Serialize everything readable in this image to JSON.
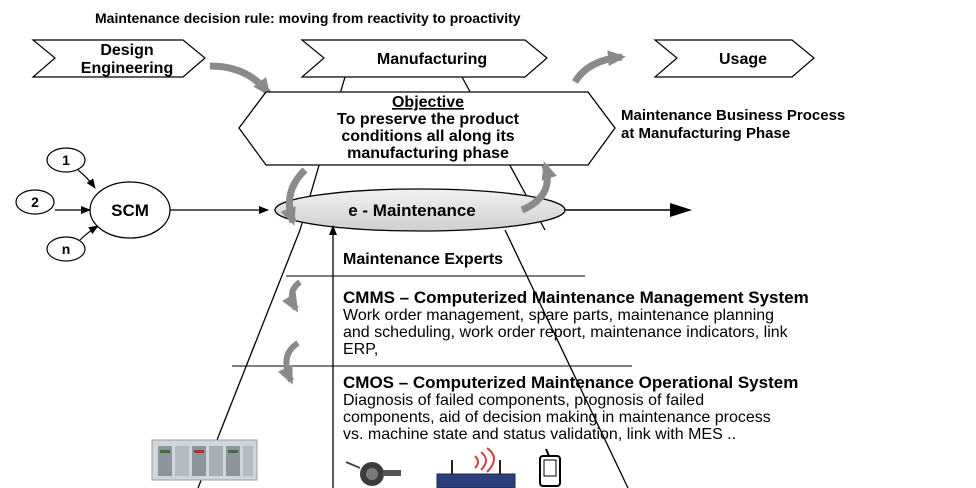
{
  "title": "Maintenance decision rule: moving from reactivity to proactivity",
  "phases": {
    "design_line1": "Design",
    "design_line2": "Engineering",
    "manufacturing": "Manufacturing",
    "usage": "Usage"
  },
  "objective": {
    "heading": "Objective",
    "line1": "To preserve the product",
    "line2": "conditions all along its",
    "line3": "manufacturing phase"
  },
  "side_label": {
    "line1": "Maintenance Business Process",
    "line2": "at Manufacturing Phase"
  },
  "inputs": [
    "1",
    "2",
    "n"
  ],
  "scm": "SCM",
  "e_maintenance": "e - Maintenance",
  "experts": "Maintenance Experts",
  "cmms": {
    "title": "CMMS – Computerized Maintenance Management System",
    "line1": "Work order management, spare parts, maintenance planning",
    "line2": "and scheduling, work order report, maintenance indicators, link",
    "line3": "ERP,"
  },
  "cmos": {
    "title": "CMOS – Computerized Maintenance Operational System",
    "line1": "Diagnosis of failed components, prognosis of failed",
    "line2": "components, aid of decision making in maintenance process",
    "line3": "vs. machine state and status validation, link with MES .."
  },
  "icons": [
    "plc-rack-icon",
    "encoder-sensor-icon",
    "wireless-router-icon",
    "pda-device-icon"
  ]
}
